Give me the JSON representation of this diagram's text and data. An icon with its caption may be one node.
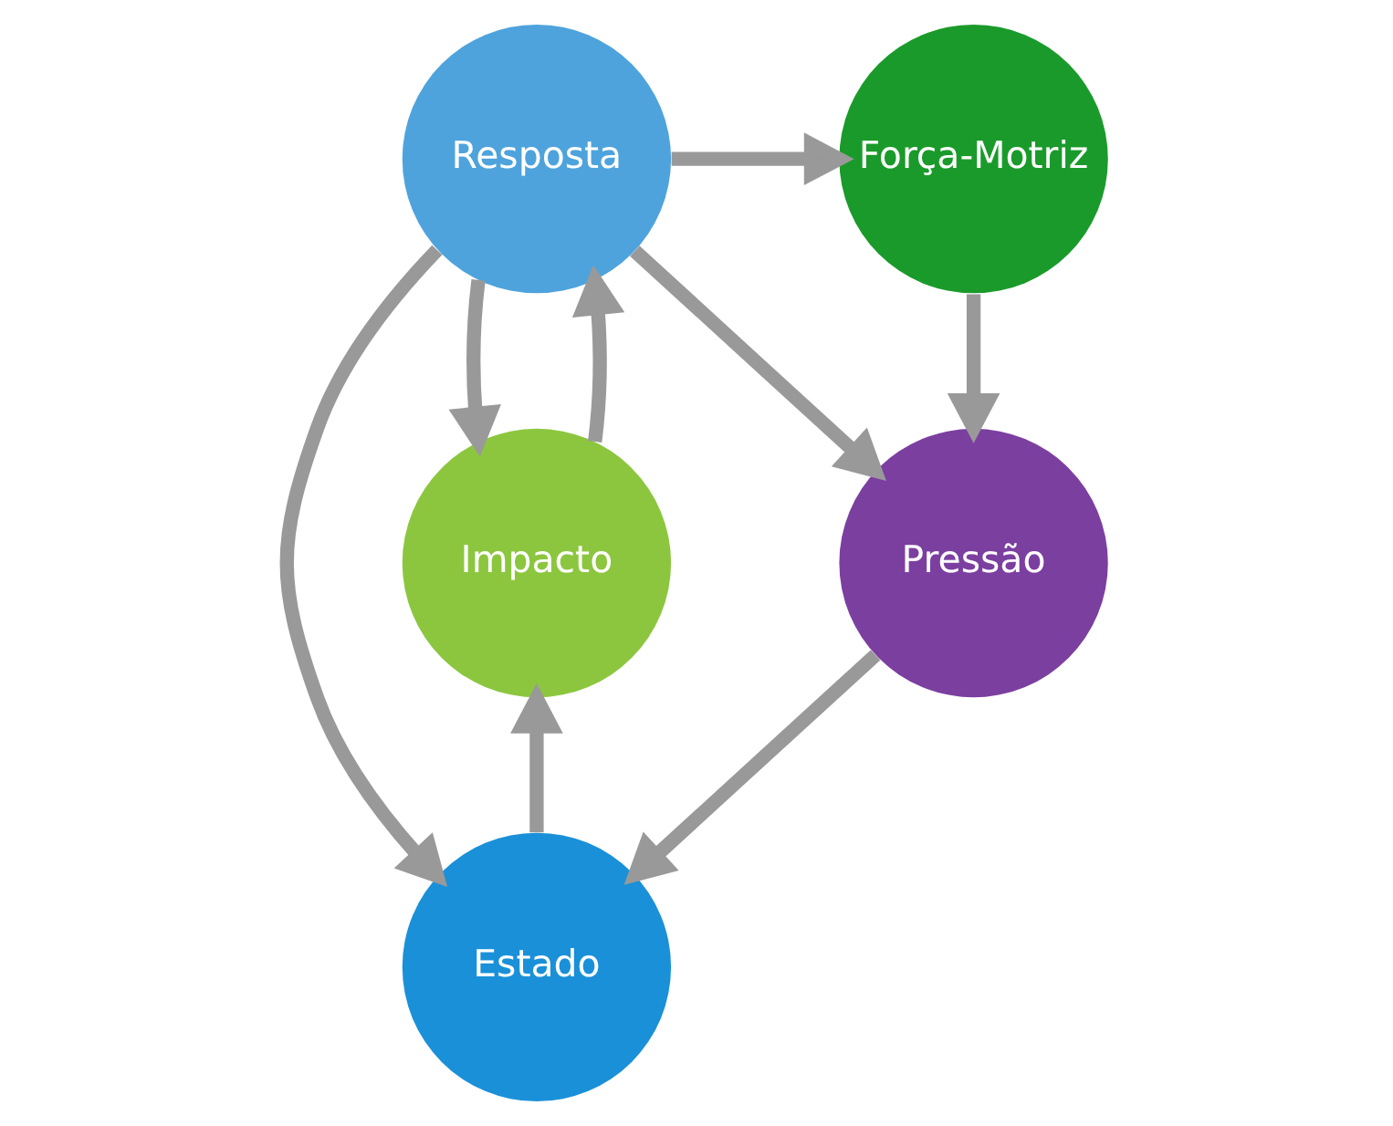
{
  "diagram": {
    "nodes": [
      {
        "text": [
          "Força-Motriz"
        ]
      },
      {
        "text": [
          "Resposta"
        ]
      },
      {
        "text": [
          "Pressão"
        ]
      },
      {
        "text": [
          "Estado"
        ]
      },
      {
        "text": [
          "Impacto"
        ]
      }
    ],
    "edges": [
      {
        "from": 1,
        "to": 0,
        "arrow": "to"
      },
      {
        "from": 1,
        "to": 2,
        "arrow": "to"
      },
      {
        "from": 1,
        "to": 3,
        "arrow": "to"
      },
      {
        "from": 0,
        "to": 2,
        "arrow": "to"
      },
      {
        "from": 2,
        "to": 3,
        "arrow": "to"
      },
      {
        "from": 3,
        "to": 4,
        "arrow": "to"
      },
      {
        "from": 1,
        "to": 4,
        "arrow": "to"
      },
      {
        "from": 4,
        "to": 1,
        "arrow": "to"
      }
    ]
  }
}
